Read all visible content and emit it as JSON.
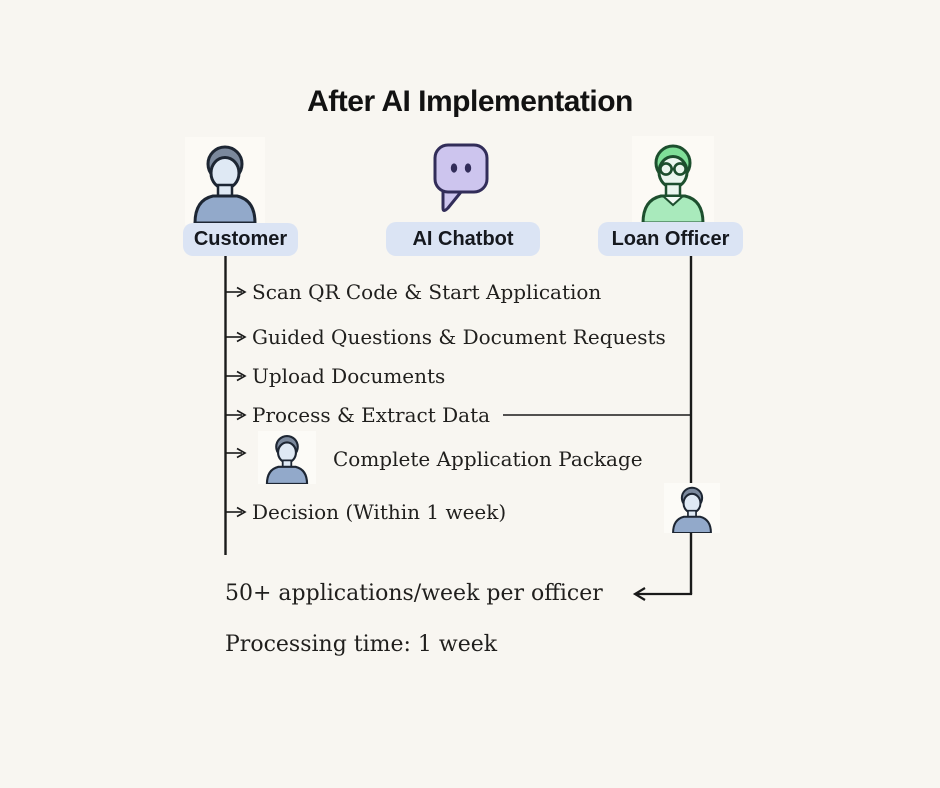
{
  "title": "After AI Implementation",
  "actors": [
    {
      "label": "Customer",
      "icon": "person-avatar-icon"
    },
    {
      "label": "AI Chatbot",
      "icon": "speech-bubble-icon"
    },
    {
      "label": "Loan Officer",
      "icon": "person-glasses-avatar-icon"
    }
  ],
  "steps": [
    {
      "label": "Scan QR Code & Start Application"
    },
    {
      "label": "Guided Questions & Document Requests"
    },
    {
      "label": "Upload Documents"
    },
    {
      "label": "Process & Extract Data"
    },
    {
      "label": "Complete Application Package"
    },
    {
      "label": "Decision (Within 1 week)"
    }
  ],
  "metrics": [
    {
      "label": "50+ applications/week per officer"
    },
    {
      "label": "Processing time: 1 week"
    }
  ],
  "icons": {
    "customer": "person-avatar-icon",
    "chatbot": "speech-bubble-icon",
    "loan_officer": "person-glasses-avatar-icon",
    "package_avatar": "person-avatar-icon",
    "handoff_avatar": "person-avatar-icon"
  },
  "colors": {
    "background": "#f8f6f1",
    "pill_background": "#dbe4f4",
    "pill_text": "#15181e",
    "line": "#1a1a1a",
    "body_text": "#201f1d",
    "bubble_fill": "#cdc5ee",
    "bubble_stroke": "#322d59",
    "customer_shirt": "#92a9ca",
    "customer_hair": "#7b899d",
    "customer_face": "#dfe9f4",
    "officer_shirt": "#a9eabc",
    "officer_hair": "#7fdf98",
    "officer_face": "#eaf6ee",
    "officer_outline": "#1d4f2e"
  }
}
